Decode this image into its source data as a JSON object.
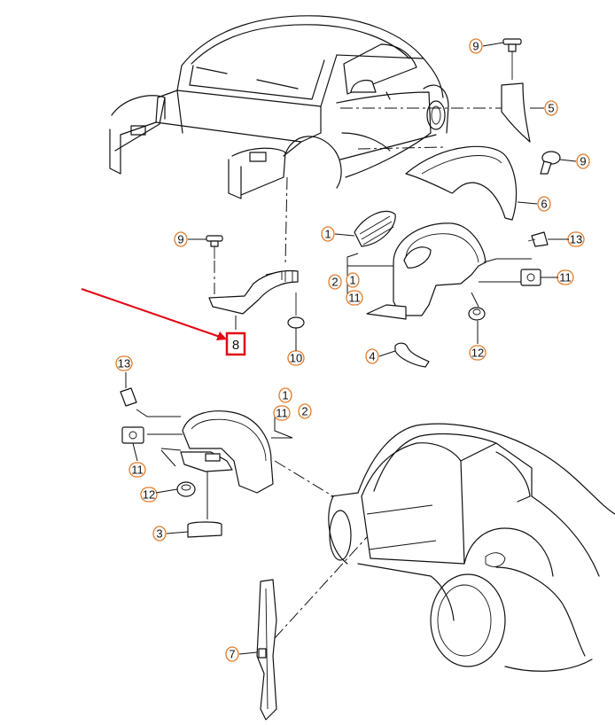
{
  "callouts": [
    {
      "id": "c9a",
      "label": "9"
    },
    {
      "id": "c5",
      "label": "5"
    },
    {
      "id": "c9b",
      "label": "9"
    },
    {
      "id": "c6",
      "label": "6"
    },
    {
      "id": "c1a",
      "label": "1"
    },
    {
      "id": "c9c",
      "label": "9"
    },
    {
      "id": "c13a",
      "label": "13"
    },
    {
      "id": "c11a",
      "label": "11"
    },
    {
      "id": "c2a",
      "label": "2"
    },
    {
      "id": "c1b",
      "label": "1"
    },
    {
      "id": "c11b",
      "label": "11"
    },
    {
      "id": "c4",
      "label": "4"
    },
    {
      "id": "c12a",
      "label": "12"
    },
    {
      "id": "c10",
      "label": "10"
    },
    {
      "id": "c13b",
      "label": "13"
    },
    {
      "id": "c1c",
      "label": "1"
    },
    {
      "id": "c2b",
      "label": "2"
    },
    {
      "id": "c11c",
      "label": "11"
    },
    {
      "id": "c11d",
      "label": "11"
    },
    {
      "id": "c12b",
      "label": "12"
    },
    {
      "id": "c3",
      "label": "3"
    },
    {
      "id": "c7",
      "label": "7"
    }
  ],
  "highlight": {
    "label": "8",
    "color": "#e30613",
    "arrow_color": "#e30613"
  },
  "colors": {
    "callout_border": "#e07b2a",
    "line": "#111111"
  }
}
